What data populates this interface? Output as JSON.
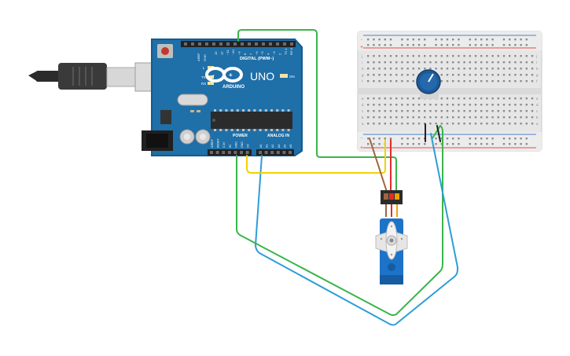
{
  "arduino": {
    "brand": "ARDUINO",
    "model": "UNO",
    "digital_label": "DIGITAL (PWM~)",
    "power_label": "POWER",
    "analog_label": "ANALOG IN",
    "on_label": "ON",
    "tx_label": "TX",
    "rx_label": "RX",
    "l_label": "L",
    "aref_label": "AREF",
    "gnd_label": "GND",
    "digital_pins": [
      "13",
      "12",
      "~11",
      "~10",
      "~9",
      "8",
      "7",
      "~6",
      "~5",
      "4",
      "~3",
      "2",
      "TX 1",
      "RX 0"
    ],
    "power_pins": [
      "IOREF",
      "RESET",
      "3.3V",
      "5V",
      "GND",
      "GND",
      "Vin"
    ],
    "analog_pins": [
      "A0",
      "A1",
      "A2",
      "A3",
      "A4",
      "A5"
    ]
  },
  "breadboard": {
    "row_letters_top": [
      "j",
      "i",
      "h",
      "g",
      "f"
    ],
    "row_letters_bottom": [
      "e",
      "d",
      "c",
      "b",
      "a"
    ],
    "plus_label": "+",
    "minus_label": "-"
  },
  "colors": {
    "board": "#1f6fa8",
    "board_dark": "#175b8a",
    "wire_green": "#3ab54a",
    "wire_blue": "#2c9ed8",
    "wire_yellow": "#f2d200",
    "wire_red": "#e52b2b",
    "wire_brown": "#a0643c",
    "servo": "#1c73c8",
    "knob": "#1e5a9a",
    "rail_red": "#e24b4b",
    "rail_blue": "#4a7fd1"
  },
  "icons": [
    "usb-cable-icon",
    "arduino-infinity-logo-icon",
    "potentiometer-icon",
    "servo-motor-icon"
  ]
}
